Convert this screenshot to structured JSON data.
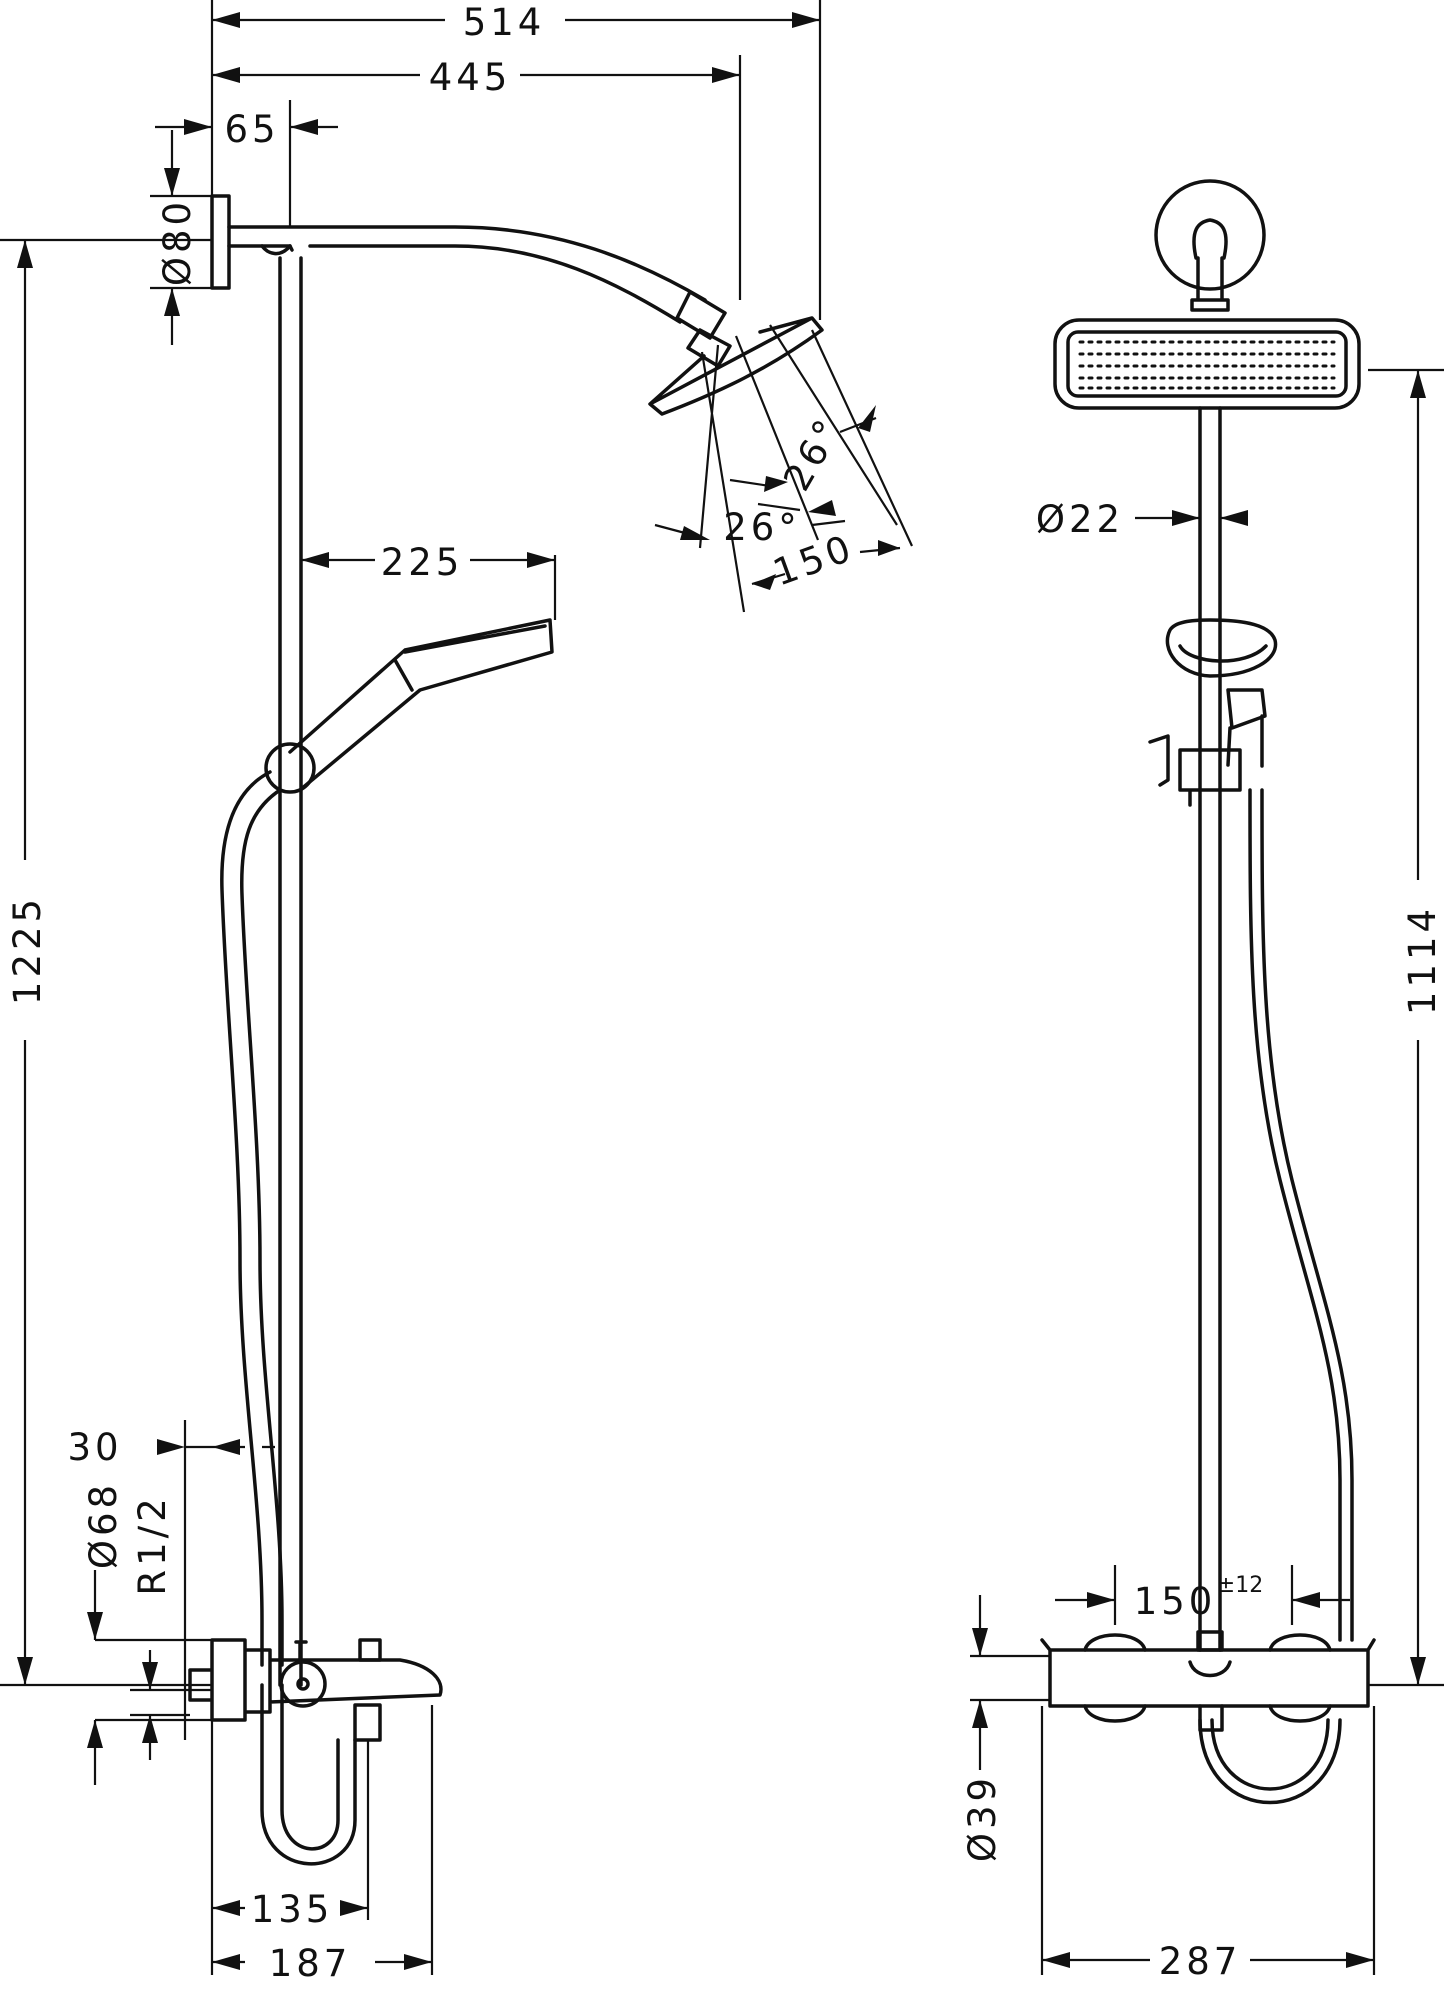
{
  "dimensions": {
    "d514": "514",
    "d445": "445",
    "d65": "65",
    "d80": "Ø80",
    "d1225": "1225",
    "d225": "225",
    "d26a": "26°",
    "d26b": "26°",
    "d150": "150",
    "d30": "30",
    "d68": "Ø68",
    "r12": "R1/2",
    "d135": "135",
    "d187": "187",
    "d22": "Ø22",
    "d1114": "1114",
    "d150t": "150",
    "tol12": "±12",
    "d39": "Ø39",
    "d287": "287"
  }
}
